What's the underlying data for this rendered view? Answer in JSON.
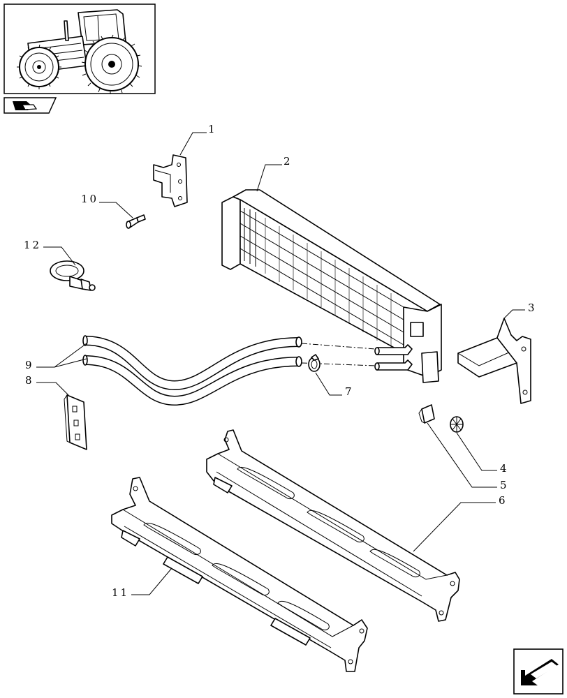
{
  "callouts": [
    {
      "id": "1",
      "label": "1"
    },
    {
      "id": "2",
      "label": "2"
    },
    {
      "id": "3",
      "label": "3"
    },
    {
      "id": "4",
      "label": "4"
    },
    {
      "id": "5",
      "label": "5"
    },
    {
      "id": "6",
      "label": "6"
    },
    {
      "id": "7",
      "label": "7"
    },
    {
      "id": "8",
      "label": "8"
    },
    {
      "id": "9",
      "label": "9"
    },
    {
      "id": "10",
      "label": "10"
    },
    {
      "id": "11",
      "label": "11"
    },
    {
      "id": "12",
      "label": "12"
    }
  ],
  "icons": {
    "thumbnail": "tractor-icon",
    "section": "section-folder-icon",
    "nav": "next-page-arrow-icon"
  }
}
